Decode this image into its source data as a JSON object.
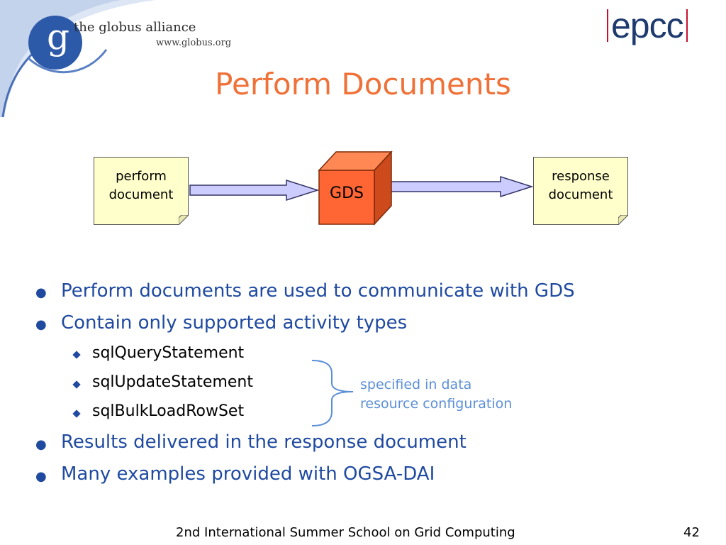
{
  "header": {
    "globus_logo": {
      "letter": "g",
      "name": "the globus alliance",
      "url": "www.globus.org"
    },
    "epcc_logo": {
      "text": "epcc"
    }
  },
  "title": "Perform Documents",
  "diagram": {
    "perform_document": {
      "line1": "perform",
      "line2": "document"
    },
    "gds": "GDS",
    "response_document": {
      "line1": "response",
      "line2": "document"
    },
    "colors": {
      "document_fill": "#ffffcc",
      "arrow_fill": "#ccccff",
      "gds_front": "#ff6633",
      "gds_top": "#ff8855",
      "gds_side": "#cc4a1c"
    }
  },
  "bullets": [
    {
      "text": "Perform documents are used to communicate with GDS"
    },
    {
      "text": "Contain only supported activity types"
    },
    {
      "text": "Results delivered in the response document"
    },
    {
      "text": "Many examples provided with OGSA-DAI"
    }
  ],
  "sub_bullets": [
    {
      "text": "sqlQueryStatement"
    },
    {
      "text": "sqlUpdateStatement"
    },
    {
      "text": "sqlBulkLoadRowSet"
    }
  ],
  "bracket_note": {
    "line1": "specified in data",
    "line2": "resource configuration"
  },
  "footer": {
    "text": "2nd International Summer School on Grid Computing",
    "page": "42"
  }
}
